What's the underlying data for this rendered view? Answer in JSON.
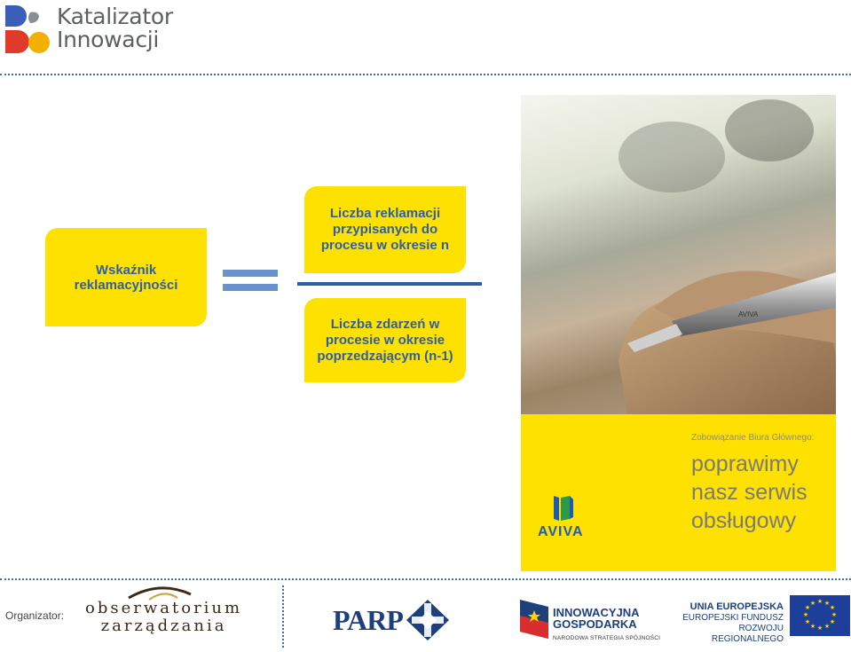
{
  "header": {
    "logo_line1": "Katalizator",
    "logo_line2": "Innowacji"
  },
  "formula": {
    "left_label": "Wskaźnik reklamacyjności",
    "numerator": "Liczba reklamacji przypisanych do procesu w okresie n",
    "denominator": "Liczba zdarzeń w procesie w okresie poprzedzającym (n-1)"
  },
  "poster": {
    "pen_brand": "AVIVA",
    "subtitle": "Zobowiązanie Biura Głównego:",
    "headline_line1": "poprawimy",
    "headline_line2": "nasz serwis",
    "headline_line3": "obsługowy",
    "brand": "AVIVA"
  },
  "footer": {
    "organizer_label": "Organizator:",
    "obs_line1": "obserwatorium",
    "obs_line2": "zarządzania",
    "parp": "PARP",
    "ig_line1": "INNOWACYJNA",
    "ig_line2": "GOSPODARKA",
    "ig_line3": "NARODOWA STRATEGIA SPÓJNOŚCI",
    "ue_line1": "UNIA EUROPEJSKA",
    "ue_line2": "EUROPEJSKI FUNDUSZ",
    "ue_line3": "ROZWOJU REGIONALNEGO"
  },
  "colors": {
    "accent_yellow": "#ffe100",
    "text_blue": "#2e5ea8",
    "eu_blue": "#1d3e99"
  }
}
